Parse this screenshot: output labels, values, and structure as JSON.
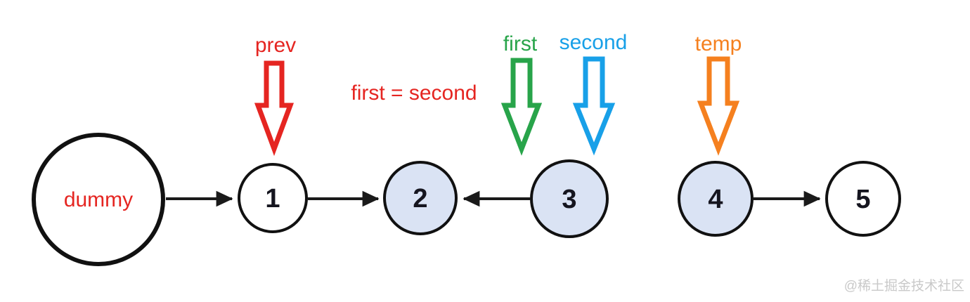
{
  "diagram": {
    "type": "linked-list-reversal-step",
    "note": "first = second",
    "watermark": "@稀土掘金技术社区",
    "colors": {
      "red": "#e52521",
      "green": "#28a44a",
      "blue": "#18a0e8",
      "orange": "#f5801f",
      "node_fill_highlight": "#dae3f4",
      "node_fill_plain": "#ffffff",
      "edge": "#1a1a1a",
      "watermark": "#c9c9c9"
    },
    "nodes": [
      {
        "label": "dummy",
        "highlighted": false
      },
      {
        "label": "1",
        "highlighted": false
      },
      {
        "label": "2",
        "highlighted": true
      },
      {
        "label": "3",
        "highlighted": true
      },
      {
        "label": "4",
        "highlighted": true
      },
      {
        "label": "5",
        "highlighted": false
      }
    ],
    "pointers": [
      {
        "label": "prev",
        "color": "#e52521",
        "points_to": "1"
      },
      {
        "label": "first",
        "color": "#28a44a",
        "points_to": "3"
      },
      {
        "label": "second",
        "color": "#18a0e8",
        "points_to": "3"
      },
      {
        "label": "temp",
        "color": "#f5801f",
        "points_to": "4"
      }
    ],
    "edges": [
      {
        "from": "dummy",
        "to": "1"
      },
      {
        "from": "1",
        "to": "2"
      },
      {
        "from": "3",
        "to": "2"
      },
      {
        "from": "4",
        "to": "5"
      }
    ]
  }
}
